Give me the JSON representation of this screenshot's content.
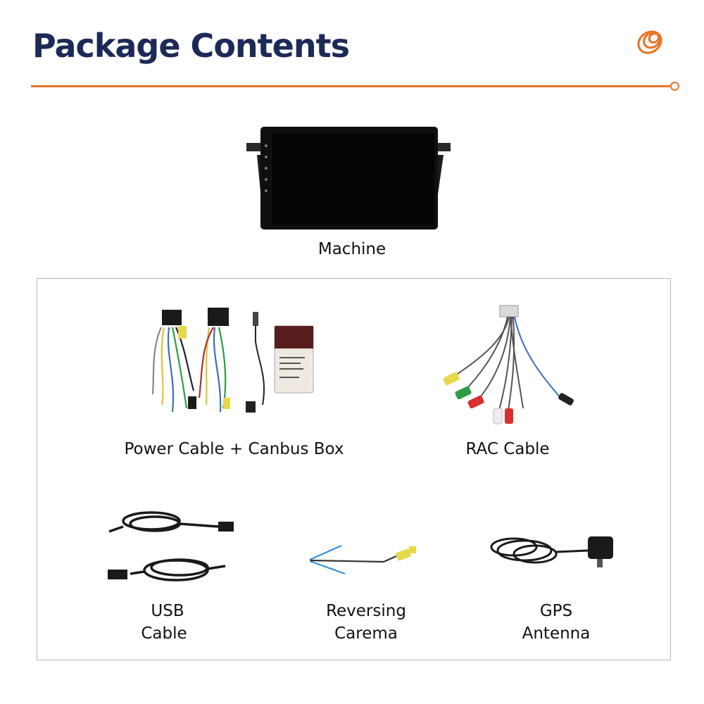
{
  "header": {
    "title": "Package Contents",
    "accent_color": "#e8752b",
    "title_color": "#1d2957",
    "logo_icon": "orange-spiral-logo-icon"
  },
  "machine": {
    "label": "Machine",
    "icon": "car-radio-head-unit-icon"
  },
  "items": [
    {
      "label": "Power Cable + Canbus Box",
      "icon": "power-cable-canbus-box-icon"
    },
    {
      "label": "RAC Cable",
      "icon": "rca-cable-icon"
    },
    {
      "label_line1": "USB",
      "label_line2": "Cable",
      "icon": "usb-cable-icon"
    },
    {
      "label_line1": "Reversing",
      "label_line2": "Carema",
      "icon": "reversing-camera-cable-icon"
    },
    {
      "label_line1": "GPS",
      "label_line2": "Antenna",
      "icon": "gps-antenna-icon"
    }
  ]
}
